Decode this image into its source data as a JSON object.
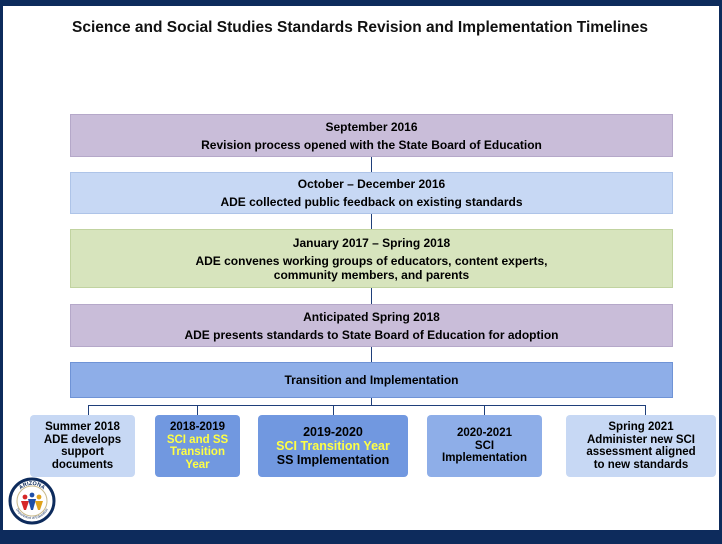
{
  "title": "Science and Social Studies Standards Revision and Implementation Timelines",
  "steps": [
    {
      "date": "September 2016",
      "desc": "Revision process opened with the State Board of Education"
    },
    {
      "date": "October – December 2016",
      "desc": "ADE collected public feedback on existing standards"
    },
    {
      "date": "January 2017 – Spring 2018",
      "desc_line1": "ADE convenes working groups of educators, content experts,",
      "desc_line2": "community members, and parents"
    },
    {
      "date": "Anticipated Spring 2018",
      "desc": "ADE presents standards to State Board of Education for adoption"
    },
    {
      "label": "Transition and Implementation"
    }
  ],
  "phases": [
    {
      "lines": [
        "Summer 2018",
        "ADE develops",
        "support",
        "documents"
      ]
    },
    {
      "year": "2018-2019",
      "highlight": [
        "SCI and SS",
        "Transition",
        "Year"
      ]
    },
    {
      "year": "2019-2020",
      "highlight": "SCI Transition Year",
      "extra": "SS Implementation"
    },
    {
      "lines": [
        "2020-2021",
        "SCI",
        "Implementation"
      ]
    },
    {
      "lines": [
        "Spring 2021",
        "Administer new SCI",
        "assessment aligned",
        "to new standards"
      ]
    }
  ],
  "logo": {
    "text_top": "ARIZONA",
    "text_bottom": "Department of Education"
  },
  "colors": {
    "navy": "#0d2b5c",
    "lavender": "#c9bdd9",
    "light_blue": "#c7d8f4",
    "green": "#d7e4bd",
    "blue": "#8eaee8",
    "highlight": "#ffff44"
  }
}
